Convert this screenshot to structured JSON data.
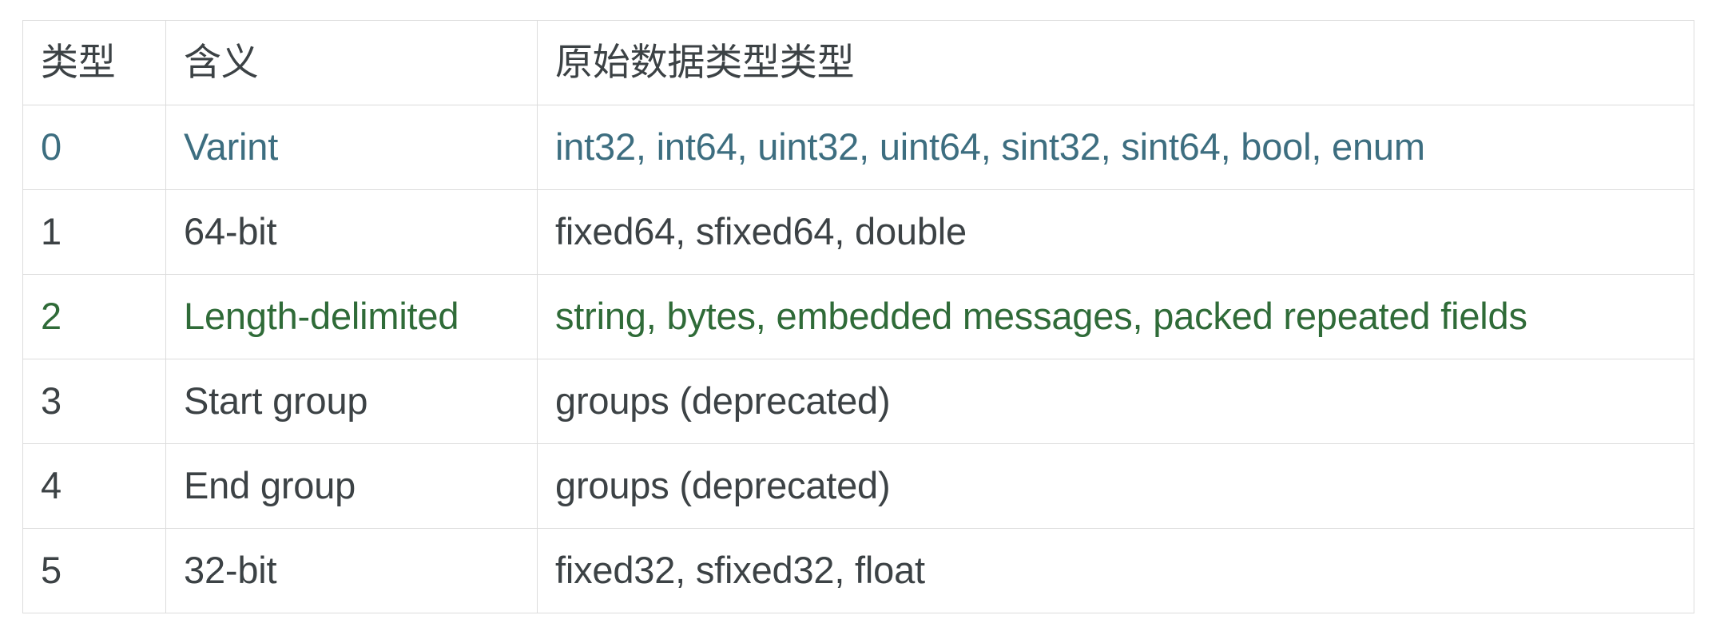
{
  "table": {
    "columns": [
      {
        "key": "type",
        "label": "类型"
      },
      {
        "key": "meaning",
        "label": "含义"
      },
      {
        "key": "primitive",
        "label": "原始数据类型类型"
      }
    ],
    "colors": {
      "teal": "#3d6e80",
      "green": "#2f6b38",
      "grey": "#3c4245",
      "border": "#dcdcdc",
      "background": "#ffffff"
    },
    "rows": [
      {
        "type": "0",
        "meaning": "Varint",
        "primitive": "int32, int64, uint32, uint64, sint32, sint64, bool, enum",
        "accent": "teal"
      },
      {
        "type": "1",
        "meaning": "64-bit",
        "primitive": "fixed64, sfixed64, double",
        "accent": "grey"
      },
      {
        "type": "2",
        "meaning": "Length-delimited",
        "primitive": "string, bytes, embedded messages, packed repeated fields",
        "accent": "green"
      },
      {
        "type": "3",
        "meaning": "Start group",
        "primitive": "groups (deprecated)",
        "accent": "grey"
      },
      {
        "type": "4",
        "meaning": "End group",
        "primitive": "groups (deprecated)",
        "accent": "grey"
      },
      {
        "type": "5",
        "meaning": "32-bit",
        "primitive": "fixed32, sfixed32, float",
        "accent": "grey"
      }
    ]
  }
}
